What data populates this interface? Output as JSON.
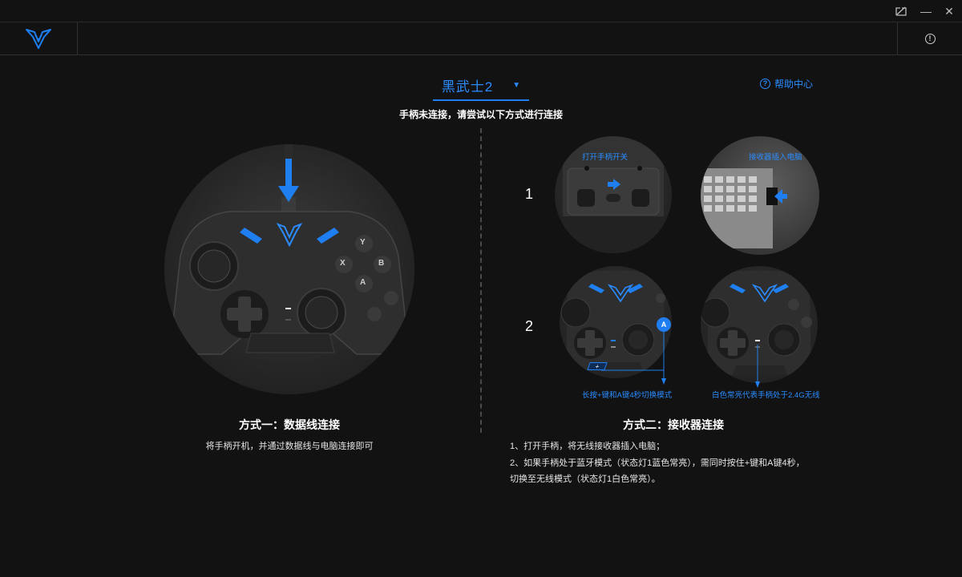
{
  "titlebar": {
    "controls": [
      "pin-icon",
      "minimize-icon",
      "close-icon"
    ],
    "minimize_glyph": "—",
    "close_glyph": "✕"
  },
  "header": {
    "logo": "brand-logo-icon",
    "info_glyph": "!"
  },
  "device": {
    "name": "黑武士2",
    "caret": "▼"
  },
  "help": {
    "label": "帮助中心",
    "icon_glyph": "?"
  },
  "status": "手柄未连接，请尝试以下方式进行连接",
  "method1": {
    "title": "方式一：数据线连接",
    "desc": "将手柄开机，并通过数据线与电脑连接即可"
  },
  "method2": {
    "title": "方式二：接收器连接",
    "steps": [
      "1",
      "2"
    ],
    "labels": {
      "switch": "打开手柄开关",
      "receiver": "接收器插入电脑",
      "press": "长按+键和A键4秒切换模式",
      "white_light": "白色常亮代表手柄处于2.4G无线"
    },
    "lines": [
      "1、打开手柄，将无线接收器插入电脑；",
      "2、如果手柄处于蓝牙模式（状态灯1蓝色常亮），需同时按住+键和A键4秒，",
      "切换至无线模式（状态灯1白色常亮）。"
    ]
  },
  "controller_buttons": {
    "y": "Y",
    "b": "B",
    "x": "X",
    "a": "A",
    "plus": "+"
  },
  "colors": {
    "accent": "#2a8cff",
    "background": "#121212"
  }
}
